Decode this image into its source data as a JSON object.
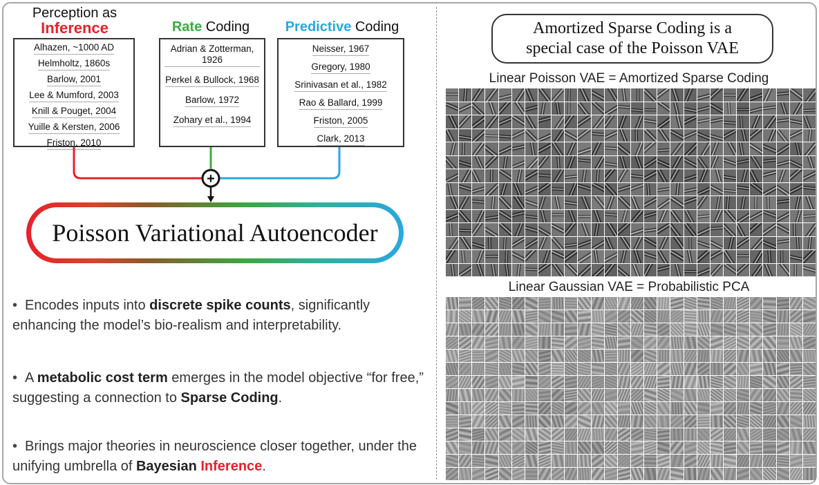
{
  "columns": {
    "inference": {
      "line1": "Perception as",
      "highlight": "Inference",
      "color": "#e8202a",
      "refs": [
        "Alhazen, ~1000 AD",
        "Helmholtz, 1860s",
        "Barlow, 2001",
        "Lee & Mumford, 2003",
        "Knill & Pouget, 2004",
        "Yuille & Kersten, 2006",
        "Friston, 2010"
      ]
    },
    "rate": {
      "highlight": "Rate",
      "rest": " Coding",
      "color": "#3aab3e",
      "refs": [
        "Adrian & Zotterman, 1926",
        "Perkel & Bullock, 1968",
        "Barlow, 1972",
        "Zohary et al., 1994"
      ]
    },
    "predictive": {
      "highlight": "Predictive",
      "rest": " Coding",
      "color": "#29a8df",
      "refs": [
        "Neisser, 1967",
        "Gregory, 1980",
        "Srinivasan et al., 1982",
        "Rao & Ballard, 1999",
        "Friston, 2005",
        "Clark, 2013"
      ]
    }
  },
  "sum_symbol": "+",
  "model_title": "Poisson Variational Autoencoder",
  "bullets": [
    {
      "before": "Encodes inputs into ",
      "bold": "discrete spike counts",
      "after": ", significantly enhancing the model’s bio-realism and interpretability."
    },
    {
      "before": "A ",
      "bold": "metabolic cost term",
      "after": " emerges in the model objective “for free,” suggesting a connection to ",
      "bold2": "Sparse Coding",
      "after2": "."
    },
    {
      "before": "Brings major theories in neuroscience closer together, under the unifying umbrella of ",
      "bold": "Bayesian ",
      "red": "Inference",
      "after": "."
    }
  ],
  "callout": "Amortized Sparse Coding is a special case of the Poisson VAE",
  "panels": [
    {
      "title": "Linear Poisson VAE  =  Amortized Sparse Coding",
      "kind": "poisson"
    },
    {
      "title": "Linear Gaussian VAE  =  Probabilistic PCA",
      "kind": "gaussian"
    }
  ],
  "colors": {
    "frame": "#a6a6a6",
    "red": "#e8202a",
    "green": "#3aab3e",
    "blue": "#29a8df"
  }
}
